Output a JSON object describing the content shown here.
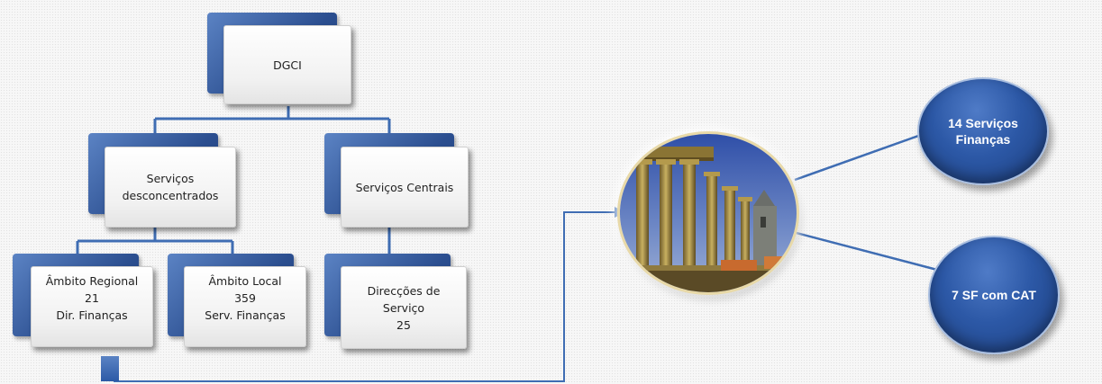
{
  "org_chart": {
    "root": {
      "label": "DGCI"
    },
    "decentralized": {
      "line1": "Serviços",
      "line2": "desconcentrados"
    },
    "central": {
      "label": "Serviços Centrais"
    },
    "regional": {
      "line1": "Âmbito Regional",
      "line2": "21",
      "line3": "Dir. Finanças"
    },
    "local": {
      "line1": "Âmbito Local",
      "line2": "359",
      "line3": "Serv. Finanças"
    },
    "directions": {
      "line1": "Direcções de",
      "line2": "Serviço",
      "line3": "25"
    }
  },
  "detail": {
    "bubble_top": {
      "line1": "14 Serviços",
      "line2": "Finanças"
    },
    "bubble_bottom": {
      "label": "7 SF com CAT"
    }
  },
  "colors": {
    "node_back": "#2b4e8f",
    "connector": "#3f6db3",
    "bubble": "#2c58a6"
  }
}
